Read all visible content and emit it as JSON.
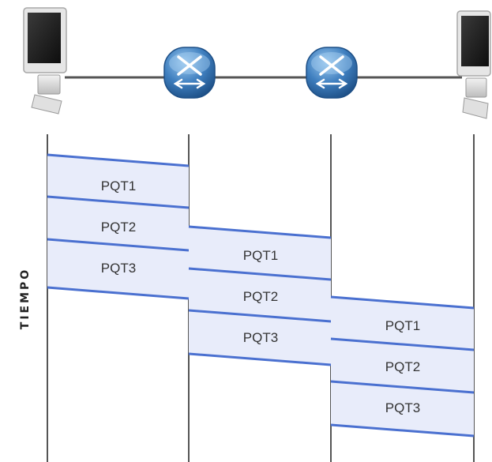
{
  "axis_label": "TIEMPO",
  "packets": [
    "PQT1",
    "PQT2",
    "PQT3"
  ],
  "nodes": [
    {
      "type": "computer",
      "icon": "computer-icon"
    },
    {
      "type": "router",
      "icon": "router-icon"
    },
    {
      "type": "router",
      "icon": "router-icon"
    },
    {
      "type": "computer",
      "icon": "computer-icon"
    }
  ],
  "colors": {
    "band_fill": "#e8ecfa",
    "band_edge": "#4a70d0",
    "lines": "#555555",
    "router": "#3f7fbf"
  }
}
